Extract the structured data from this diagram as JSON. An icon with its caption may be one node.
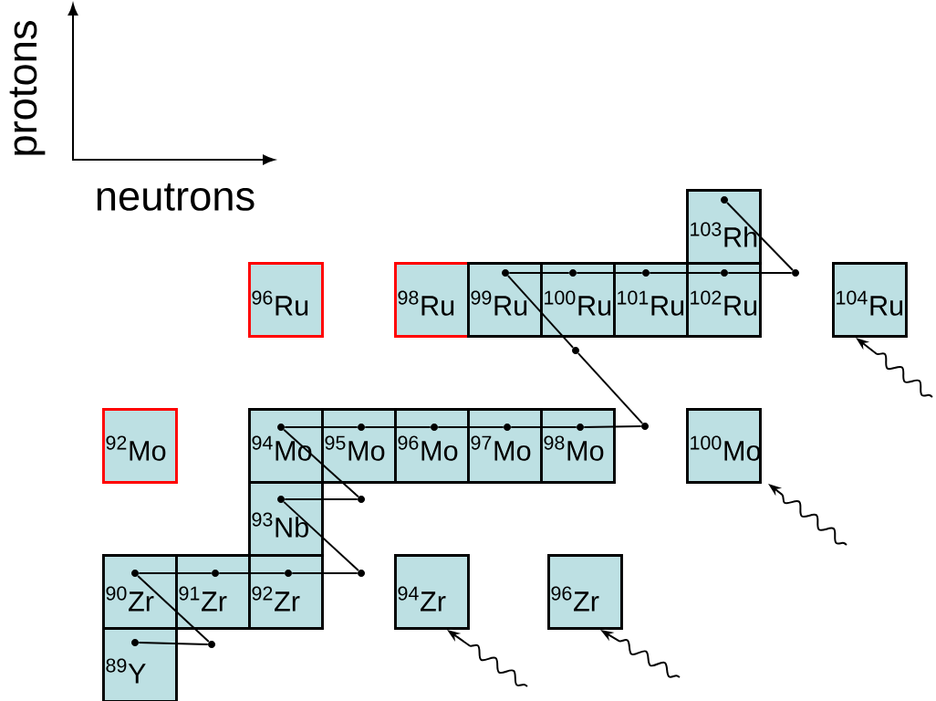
{
  "diagram": {
    "nodes": [
      {
        "text": [
          "$^{103}$Rh"
        ]
      },
      {
        "text": [],
        "shape": "circle",
        "in": 0
      },
      {
        "text": [
          "$^{96}$Ru"
        ]
      },
      {
        "text": [
          "$^{98}$Ru"
        ]
      },
      {
        "text": [
          "$^{99}$Ru"
        ]
      },
      {
        "text": [],
        "shape": "circle",
        "in": 4
      },
      {
        "text": [
          "$^{100}$Ru"
        ]
      },
      {
        "text": [],
        "shape": "circle",
        "in": 6
      },
      {
        "text": [
          "$^{101}$Ru"
        ]
      },
      {
        "text": [],
        "shape": "circle",
        "in": 8
      },
      {
        "text": [
          "$^{102}$Ru"
        ]
      },
      {
        "text": [],
        "shape": "circle",
        "in": 10
      },
      {
        "text": [],
        "shape": "circle"
      },
      {
        "text": [
          "$^{104}$Ru"
        ]
      },
      {
        "text": [],
        "shape": "circle"
      },
      {
        "text": [
          "$^{92}$Mo"
        ]
      },
      {
        "text": [
          "$^{94}$Mo"
        ]
      },
      {
        "text": [],
        "shape": "circle",
        "in": 16
      },
      {
        "text": [
          "$^{95}$Mo"
        ]
      },
      {
        "text": [],
        "shape": "circle",
        "in": 18
      },
      {
        "text": [
          "$^{96}$Mo"
        ]
      },
      {
        "text": [],
        "shape": "circle",
        "in": 20
      },
      {
        "text": [
          "$^{97}$Mo"
        ]
      },
      {
        "text": [],
        "shape": "circle",
        "in": 22
      },
      {
        "text": [
          "$^{98}$Mo"
        ]
      },
      {
        "text": [],
        "shape": "circle",
        "in": 24
      },
      {
        "text": [],
        "shape": "circle"
      },
      {
        "text": [
          "$^{100}$Mo"
        ]
      },
      {
        "text": [
          "$^{93}$Nb"
        ]
      },
      {
        "text": [],
        "shape": "circle",
        "in": 28
      },
      {
        "text": [],
        "shape": "circle"
      },
      {
        "text": [
          "$^{90}$Zr"
        ]
      },
      {
        "text": [],
        "shape": "circle",
        "in": 31
      },
      {
        "text": [
          "$^{91}$Zr"
        ]
      },
      {
        "text": [],
        "shape": "circle",
        "in": 33
      },
      {
        "text": [
          "$^{92}$Zr"
        ]
      },
      {
        "text": [],
        "shape": "circle",
        "in": 35
      },
      {
        "text": [],
        "shape": "circle"
      },
      {
        "text": [
          "$^{94}$Zr"
        ]
      },
      {
        "text": [
          "$^{96}$Zr"
        ]
      },
      {
        "text": [
          "$^{89}$Y"
        ]
      },
      {
        "text": [],
        "shape": "circle",
        "in": 40
      },
      {
        "text": [],
        "shape": "circle"
      }
    ],
    "edges": [
      {
        "from": 41,
        "to": 42,
        "arrow": "none"
      },
      {
        "from": 42,
        "to": 32,
        "arrow": "none"
      },
      {
        "from": 32,
        "to": 34,
        "arrow": "none"
      },
      {
        "from": 34,
        "to": 36,
        "arrow": "none"
      },
      {
        "from": 36,
        "to": 37,
        "arrow": "none"
      },
      {
        "from": 37,
        "to": 29,
        "arrow": "none"
      },
      {
        "from": 29,
        "to": 30,
        "arrow": "none"
      },
      {
        "from": 30,
        "to": 17,
        "arrow": "none"
      },
      {
        "from": 17,
        "to": 19,
        "arrow": "none"
      },
      {
        "from": 19,
        "to": 21,
        "arrow": "none"
      },
      {
        "from": 21,
        "to": 23,
        "arrow": "none"
      },
      {
        "from": 23,
        "to": 25,
        "arrow": "none"
      },
      {
        "from": 25,
        "to": 26,
        "arrow": "none"
      },
      {
        "from": 26,
        "to": 14,
        "arrow": "none"
      },
      {
        "from": 14,
        "to": 5,
        "arrow": "none"
      },
      {
        "from": 5,
        "to": 7,
        "arrow": "none"
      },
      {
        "from": 7,
        "to": 9,
        "arrow": "none"
      },
      {
        "from": 9,
        "to": 11,
        "arrow": "none"
      },
      {
        "from": 11,
        "to": 12,
        "arrow": "none"
      },
      {
        "from": 12,
        "to": 1,
        "arrow": "none"
      },
      {
        "from": null,
        "to": 13,
        "arrow": "to"
      },
      {
        "from": null,
        "to": 27,
        "arrow": "to"
      },
      {
        "from": null,
        "to": 38,
        "arrow": "to"
      },
      {
        "from": null,
        "to": 39,
        "arrow": "to"
      }
    ],
    "labels": [
      "protons",
      "neutrons"
    ]
  }
}
